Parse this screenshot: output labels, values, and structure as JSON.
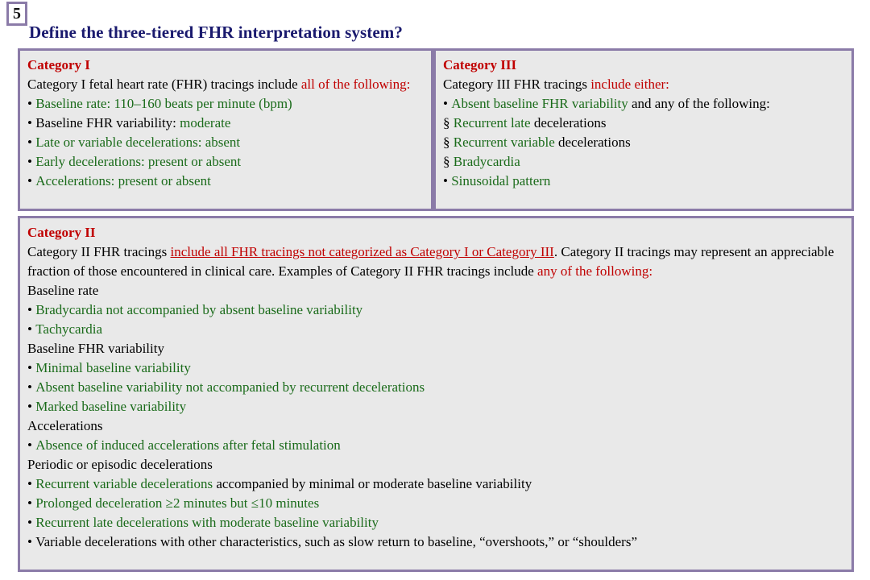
{
  "slide": {
    "number": "5",
    "title": "Define the three-tiered FHR interpretation system?"
  },
  "colors": {
    "border": "#8b7ba8",
    "panel_bg": "#e9e9e9",
    "title": "#1a1a6e",
    "heading_red": "#c00000",
    "body_green": "#1a6b1a",
    "body_black": "#000000"
  },
  "category_1": {
    "heading": "Category I",
    "intro_black": "Category I fetal heart rate (FHR) tracings include ",
    "intro_red": "all of the following:",
    "items": [
      {
        "green": "Baseline rate: 110–160 beats per minute (bpm)",
        "black_prefix": ""
      },
      {
        "black_prefix": "Baseline FHR variability: ",
        "green": "moderate"
      },
      {
        "black_prefix": "",
        "green": "Late or variable decelerations: absent"
      },
      {
        "black_prefix": "",
        "green": "Early decelerations: present or absent"
      },
      {
        "black_prefix": "",
        "green": "Accelerations: present or absent"
      }
    ]
  },
  "category_3": {
    "heading": "Category III",
    "intro_black": "Category III FHR tracings ",
    "intro_red": "include either:",
    "items": [
      {
        "marker": "bullet",
        "green": "Absent baseline FHR variability",
        "black_suffix": " and any of the following:"
      },
      {
        "marker": "section",
        "green": "Recurrent late",
        "black_suffix": " decelerations"
      },
      {
        "marker": "section",
        "green": "Recurrent variable",
        "black_suffix": " decelerations"
      },
      {
        "marker": "section",
        "green": "Bradycardia",
        "black_suffix": ""
      },
      {
        "marker": "bullet",
        "green": "Sinusoidal pattern",
        "black_suffix": ""
      }
    ]
  },
  "category_2": {
    "heading": "Category II",
    "paragraph": {
      "black_1": "Category II FHR tracings ",
      "red_underlined": "include all FHR tracings not categorized as Category I or Category III",
      "black_2": ". Category II tracings may represent an appreciable fraction of those encountered in clinical care. Examples of Category II FHR tracings include ",
      "red_tail": "any of the following:"
    },
    "groups": [
      {
        "label": "Baseline rate",
        "items": [
          {
            "green": "Bradycardia not accompanied by absent baseline variability",
            "black_suffix": ""
          },
          {
            "green": "Tachycardia",
            "black_suffix": ""
          }
        ]
      },
      {
        "label": "Baseline FHR variability",
        "items": [
          {
            "green": "Minimal baseline variability",
            "black_suffix": ""
          },
          {
            "green": "Absent baseline variability not accompanied by recurrent decelerations",
            "black_suffix": ""
          },
          {
            "green": "Marked baseline variability",
            "black_suffix": ""
          }
        ]
      },
      {
        "label": "Accelerations",
        "items": [
          {
            "green": "Absence of induced accelerations after fetal stimulation",
            "black_suffix": ""
          }
        ]
      },
      {
        "label": "Periodic or episodic decelerations",
        "items": [
          {
            "green": "Recurrent variable decelerations",
            "black_suffix": " accompanied by minimal or moderate baseline variability"
          },
          {
            "green": "Prolonged deceleration ≥2 minutes but ≤10 minutes",
            "black_suffix": ""
          },
          {
            "green": "Recurrent late decelerations with moderate baseline variability",
            "black_suffix": ""
          },
          {
            "green": "",
            "black_suffix": "Variable decelerations with other characteristics, such as slow return to baseline, “overshoots,” or “shoulders”"
          }
        ]
      }
    ]
  }
}
